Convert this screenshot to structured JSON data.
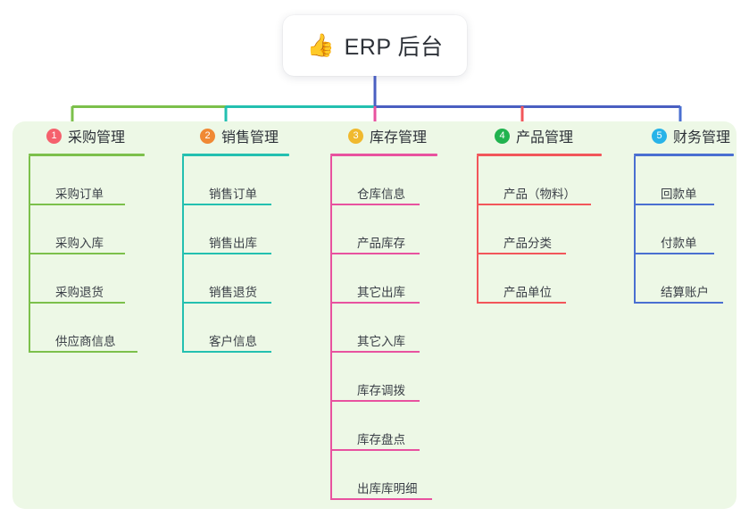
{
  "root": {
    "emoji": "👍",
    "emoji_name": "thumbs-up-icon",
    "title": "ERP 后台"
  },
  "panel": {
    "background_color": "#edf8e6"
  },
  "columns": [
    {
      "index": "1",
      "badge_color": "#f5616d",
      "line_color": "#7cc04b",
      "title": "采购管理",
      "items": [
        "采购订单",
        "采购入库",
        "采购退货",
        "供应商信息"
      ]
    },
    {
      "index": "2",
      "badge_color": "#f08934",
      "line_color": "#23c0b0",
      "title": "销售管理",
      "items": [
        "销售订单",
        "销售出库",
        "销售退货",
        "客户信息"
      ]
    },
    {
      "index": "3",
      "badge_color": "#f0b92e",
      "line_color": "#e8529f",
      "title": "库存管理",
      "items": [
        "仓库信息",
        "产品库存",
        "其它出库",
        "其它入库",
        "库存调拨",
        "库存盘点",
        "出库库明细"
      ]
    },
    {
      "index": "4",
      "badge_color": "#21b34f",
      "line_color": "#f2565a",
      "title": "产品管理",
      "items": [
        "产品（物料）",
        "产品分类",
        "产品单位"
      ]
    },
    {
      "index": "5",
      "badge_color": "#28b3e8",
      "line_color": "#4a6fd1",
      "title": "财务管理",
      "items": [
        "回款单",
        "付款单",
        "结算账户"
      ]
    }
  ],
  "connector_colors": {
    "trunk": "#4a5fc1",
    "bar_segment_1": "#7cc04b",
    "bar_segment_2": "#23c0b0",
    "bar_segment_3": "#4a5fc1",
    "drop_1": "#7cc04b",
    "drop_2": "#23c0b0",
    "drop_3": "#e8529f",
    "drop_4": "#f2565a",
    "drop_5": "#4a6fd1"
  }
}
